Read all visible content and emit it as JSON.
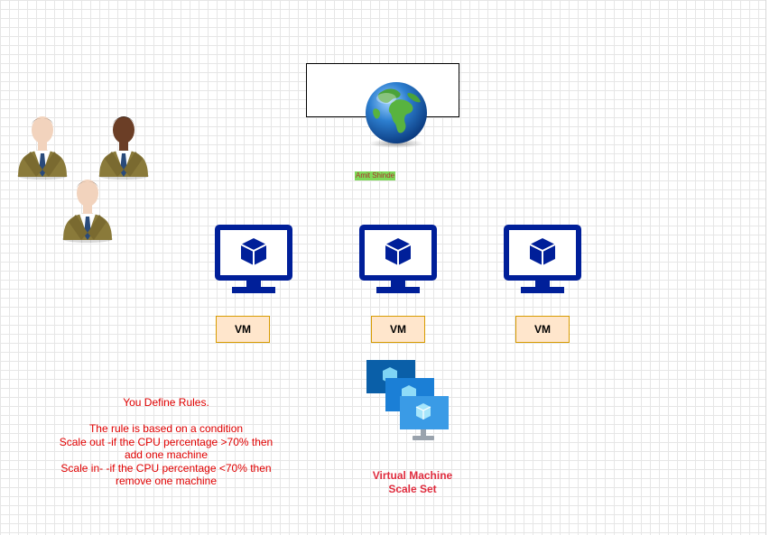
{
  "canvas": {
    "grid_color": "#e6e6e6",
    "background": "#ffffff"
  },
  "author_label": "Amit Shinde",
  "icons": {
    "globe": "globe-icon",
    "user": "business-person-icon",
    "vm": "virtual-machine-monitor-icon",
    "vmss": "virtual-machine-scale-set-icon"
  },
  "users": [
    {
      "name": "user-1",
      "skin": "#f2d3bd"
    },
    {
      "name": "user-2",
      "skin": "#6b3e26"
    },
    {
      "name": "user-3",
      "skin": "#f2d3bd"
    }
  ],
  "vms": [
    {
      "label": "VM"
    },
    {
      "label": "VM"
    },
    {
      "label": "VM"
    }
  ],
  "vm_style": {
    "monitor_color": "#001f99",
    "box_fill": "#ffe6cc",
    "box_border": "#d79b00"
  },
  "scale_set": {
    "label_line1": "Virtual Machine",
    "label_line2": "Scale Set",
    "label_color": "#e02d3f"
  },
  "rules": {
    "color": "#e00000",
    "lines": [
      "You Define Rules.",
      "",
      "The rule is based on a condition",
      "Scale out -if the CPU percentage >70% then",
      "add one machine",
      "Scale in- -if the CPU percentage <70% then",
      "remove one machine"
    ]
  }
}
